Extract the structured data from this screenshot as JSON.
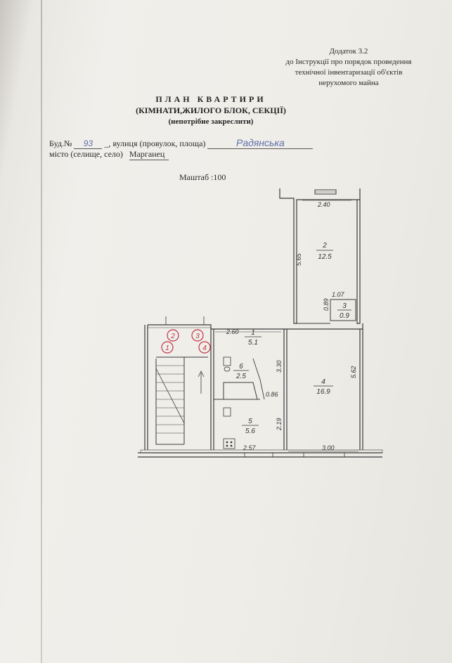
{
  "appendix": {
    "lines": [
      "Додаток 3.2",
      "до Інструкції про порядок проведення",
      "технічної інвентаризації об'єктів",
      "нерухомого майна"
    ]
  },
  "title": {
    "main": "ПЛАН КВАРТИРИ",
    "sub": "(КІМНАТИ,ЖИЛОГО БЛОК, СЕКЦІЇ)",
    "note": "(непотрібне закреслити)"
  },
  "address": {
    "building_label": "Буд.№",
    "building_number": "93",
    "street_label": "_, вулиця (провулок, площа)",
    "street": "Радянська",
    "city_label": "місто (селище, село)",
    "city": "Марганец"
  },
  "scale": "Маштаб :100",
  "plan": {
    "dimensions": {
      "room2_width": "2.40",
      "room2_length": "5.65",
      "room3_width": "1.07",
      "room3_height": "0.89",
      "hall_width": "2.60",
      "bath_length": "3.30",
      "bath_width": "0.86",
      "room4_length": "5.62",
      "kitchen_length": "2.19",
      "kitchen_width": "2.57",
      "room4_width": "3.00"
    },
    "rooms": [
      {
        "number": "2",
        "area": "12.5"
      },
      {
        "number": "3",
        "area": "0.9"
      },
      {
        "number": "1",
        "area": "5.1"
      },
      {
        "number": "6",
        "area": "2.5"
      },
      {
        "number": "4",
        "area": "16.9"
      },
      {
        "number": "5",
        "area": "5.6"
      }
    ],
    "stair_marks": [
      "2",
      "3",
      "1",
      "4"
    ]
  },
  "colors": {
    "ink": "#3a3a3a",
    "handwriting": "#5e6fa8",
    "stamp_red": "#c0364a"
  }
}
